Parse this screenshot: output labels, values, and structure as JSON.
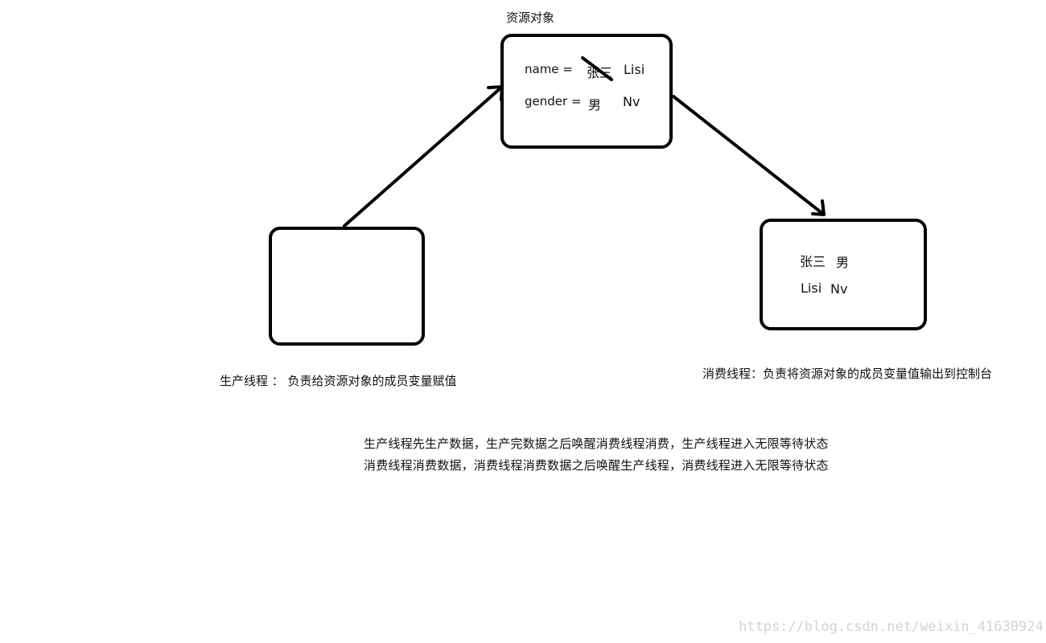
{
  "resource_object": {
    "title": "资源对象",
    "name_label": "name =",
    "name_old": "张三",
    "name_new": "Lisi",
    "gender_label": "gender =",
    "gender_old": "男",
    "gender_new": "Nv"
  },
  "consumer_box": {
    "row1_name": "张三",
    "row1_gender": "男",
    "row2_name": "Lisi",
    "row2_gender": "Nv"
  },
  "captions": {
    "producer": "生产线程 ： 负责给资源对象的成员变量赋值",
    "consumer": "消费线程：负责将资源对象的成员变量值输出到控制台"
  },
  "notes": [
    "生产线程先生产数据，生产完数据之后唤醒消费线程消费，生产线程进入无限等待状态",
    "消费线程消费数据，消费线程消费数据之后唤醒生产线程，消费线程进入无限等待状态"
  ],
  "watermark": "https://blog.csdn.net/weixin_41630924"
}
